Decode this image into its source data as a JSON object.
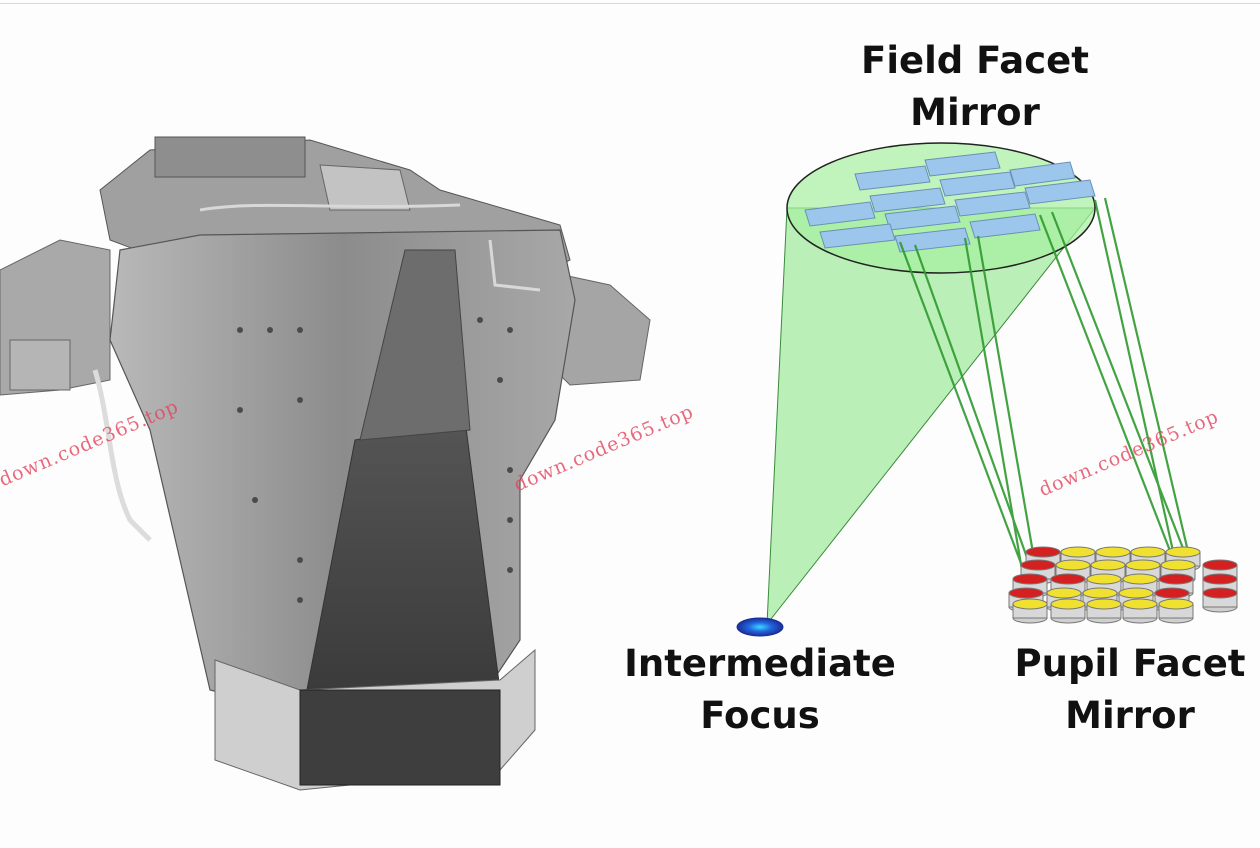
{
  "labels": {
    "field_facet_line1": "Field Facet",
    "field_facet_line2": "Mirror",
    "intermediate_line1": "Intermediate",
    "intermediate_line2": "Focus",
    "pupil_line1": "Pupil Facet",
    "pupil_line2": "Mirror"
  },
  "watermarks": [
    "down.code365.top",
    "down.code365.top",
    "down.code365.top"
  ],
  "colors": {
    "light_cone": "#8ee88a",
    "facet": "#9cc6ec",
    "ray": "#2f9a2f",
    "pupil_red": "#d42020",
    "pupil_yellow": "#f0e030",
    "focus_blue": "#2244cc",
    "watermark": "#e2455e",
    "machine_gray": "#9a9a9a"
  }
}
